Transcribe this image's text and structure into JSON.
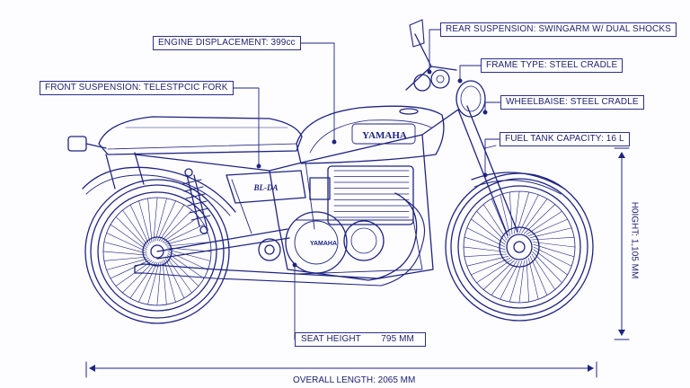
{
  "colors": {
    "ink": "#1f2480",
    "accent": "#3b44c4",
    "paper": "#fdfdff"
  },
  "labels": {
    "engine_displacement": "ENGINE DISPLACEMENT: 399cc",
    "front_suspension": "FRONT SUSPENSION: TELESTPCIC FORK",
    "rear_suspension": "REAR SUSPENSION: SWINGARM W/ DUAL SHOCKS",
    "frame_type": "FRAME TYPE: STEEL CRADLE",
    "wheelbase": "WHEELBAISE: STEEL CRADLE",
    "fuel_tank": "FUEL TANK CAPACITY: 16 L",
    "seat_height_label": "SEAT HEIGHT",
    "seat_height_value": "795 MM",
    "overall_length": "OVERALL LENGTH: 2065 MM",
    "overall_height": "H0IGHT: 1,105 MM"
  },
  "bike": {
    "tank_brand": "YAMAHA",
    "engine_brand": "YAMAHA",
    "side_cover": "BL-DA"
  }
}
